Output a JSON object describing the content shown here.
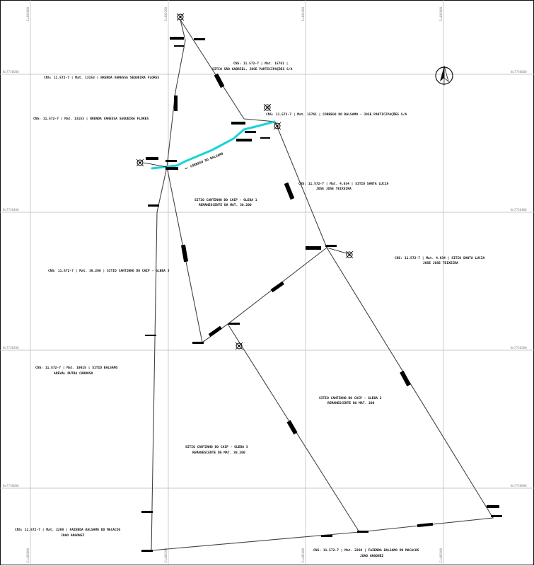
{
  "grid_labels": {
    "easting": [
      "E=486000",
      "E=486200",
      "E=486400",
      "E=486600"
    ],
    "northing": [
      "N=7730600",
      "N=7730400",
      "N=7730200",
      "N=7730000"
    ]
  },
  "river_label": "<- CÓRREGO DO BALSAMO",
  "neighbors": [
    {
      "id": "top",
      "lines": [
        "CNS: 11.572-7 | Mat. 15761 |",
        "SITIO SÃO GABRIEL, JOSE PARTICIPAÇÕES S/A"
      ]
    },
    {
      "id": "upper-left-1",
      "lines": [
        "CNS: 11.572-7 | Mat. 13153 | BRENDA VANESSA SEQUEIRA FLORES"
      ]
    },
    {
      "id": "upper-left-2",
      "lines": [
        "CNS: 11.572-7 | Mat. 13153 | BRENDA VANESSA SEQUEIRA FLORES"
      ]
    },
    {
      "id": "upper-right",
      "lines": [
        "CNS: 11.572-7 | Mat. 15761 | CORREGO DO BALSAMO - JOSE PARTICIPAÇÕES S/A"
      ]
    },
    {
      "id": "mid-right-1",
      "lines": [
        "CNS: 11.572-7 | Mat. 4.634 | SITIO SANTA LUCIA",
        "JOSE JOSE TEIXEIRA"
      ]
    },
    {
      "id": "mid-right-2",
      "lines": [
        "CNS: 11.572-7 | Mat. 4.634 | SITIO SANTA LUCIA",
        "JOSE JOSE TEIXEIRA"
      ]
    },
    {
      "id": "center-1",
      "lines": [
        "SITIO CANTINHO DO CAIP - GLEBA 1",
        "REMANESCENTE DA MAT. 30.200"
      ]
    },
    {
      "id": "mid-left",
      "lines": [
        "CNS: 11.572-7 | Mat. 30.200 | SITIO CANTINHO DO CAIP - GLEBA 3"
      ]
    },
    {
      "id": "left",
      "lines": [
        "CNS: 11.572-7 | Mat. 19015 | SITIO BALSAMO",
        "ADEVAL DUTRA CARDOSO"
      ]
    },
    {
      "id": "center-2",
      "lines": [
        "SITIO CANTINHO DO CAIP - GLEBA 2",
        "REMANESCENTE DA MAT. 200"
      ]
    },
    {
      "id": "center-3",
      "lines": [
        "SITIO CANTINHO DO CAIP - GLEBA 3",
        "REMANESCENTE DA MAT. 30.200"
      ]
    },
    {
      "id": "bottom-left",
      "lines": [
        "CNS: 11.572-7 | Mat. 2269 | FAZENDA BALSAMO DO MACACOS",
        "JOAO ANGONEZ"
      ]
    },
    {
      "id": "bottom-right",
      "lines": [
        "CNS: 11.572-7 | Mat. 2269 | FAZENDA BALSAMO DO MACACOS",
        "JOAO ANGONEZ"
      ]
    }
  ],
  "north_arrow": "north-arrow-icon"
}
